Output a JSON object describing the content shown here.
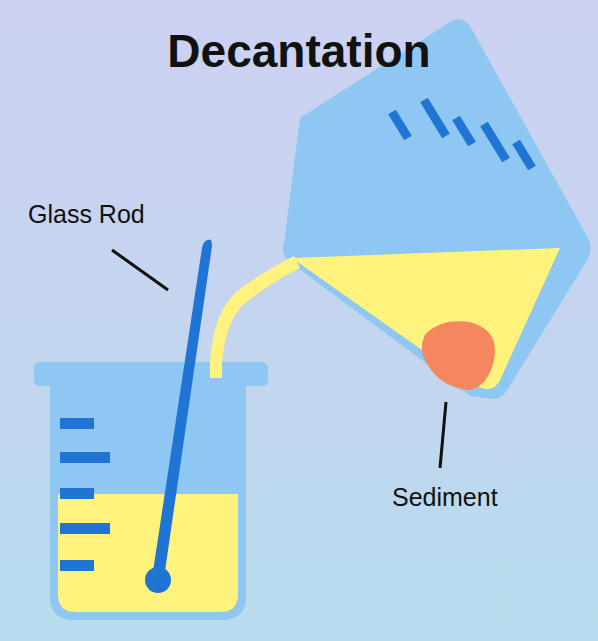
{
  "diagram": {
    "title": "Decantation",
    "labels": [
      "Glass Rod",
      "Sediment"
    ]
  }
}
